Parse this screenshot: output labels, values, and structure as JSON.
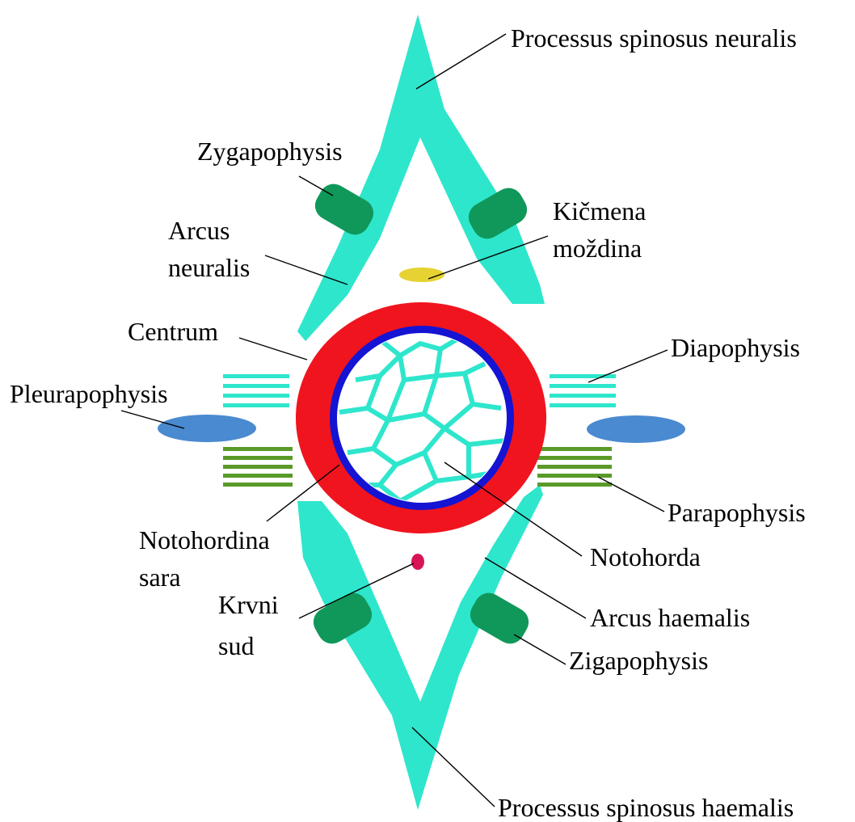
{
  "diagram": {
    "labels": {
      "processus_spinosus_neuralis": "Processus spinosus neuralis",
      "zygapophysis": "Zygapophysis",
      "arcus_neuralis_1": "Arcus",
      "arcus_neuralis_2": "neuralis",
      "kicmena_1": "Kičmena",
      "kicmena_2": "moždina",
      "centrum": "Centrum",
      "diapophysis": "Diapophysis",
      "pleurapophysis": "Pleurapophysis",
      "parapophysis": "Parapophysis",
      "notohordina_1": "Notohordina",
      "notohordina_2": "sara",
      "notohorda": "Notohorda",
      "krvni_1": "Krvni",
      "krvni_2": "sud",
      "arcus_haemalis": "Arcus haemalis",
      "zigapophysis": "Zigapophysis",
      "processus_spinosus_haemalis": "Processus spinosus haemalis"
    },
    "colors": {
      "arch": "#2ee6cc",
      "zygapophysis": "#10985a",
      "centrum": "#f0141e",
      "notochord_sheath": "#1414d2",
      "notochord_cells": "#2ee6cc",
      "spinal_cord": "#e6d232",
      "pleurapophysis": "#4a8ad0",
      "parapophysis": "#5a9a28",
      "blood_vessel": "#d81458",
      "leader_line": "#000000"
    }
  }
}
